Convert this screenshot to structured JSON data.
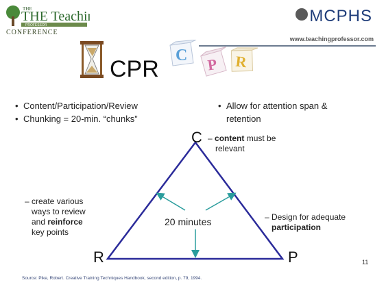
{
  "header": {
    "logo_top": "THE Teaching PROFESSOR",
    "logo_bottom": "CONFERENCE",
    "mcphs": "MCPHS",
    "url": "www.teachingprofessor.com",
    "blocks": [
      "C",
      "P",
      "R"
    ]
  },
  "title": "CPR",
  "bullets_left": [
    "Content/Participation/Review",
    "Chunking = 20-min. “chunks”"
  ],
  "bullets_right": [
    "Allow for attention span & retention"
  ],
  "diagram": {
    "vertex_c": "C",
    "vertex_r": "R",
    "vertex_p": "P",
    "center": "20 minutes",
    "note_c": {
      "dash": "–",
      "bold": "content",
      "rest1": " must be",
      "rest2": "relevant"
    },
    "note_r": {
      "line1": "– create various",
      "line2": "ways to review",
      "line3a": "and ",
      "bold": "reinforce",
      "line4": "key points"
    },
    "note_p": {
      "line1": "– Design for adequate",
      "bold": "participation"
    }
  },
  "footer": {
    "source": "Source:  Pike, Robert. Creative Training Techniques Handbook, second edition, p. 79, 1994.",
    "slide_number": "11"
  },
  "colors": {
    "triangle": "#2b2b9a",
    "arrows": "#2a9d9d",
    "block_c": "#5aa0d8",
    "block_p": "#d26aa0",
    "block_r": "#e0b030"
  }
}
